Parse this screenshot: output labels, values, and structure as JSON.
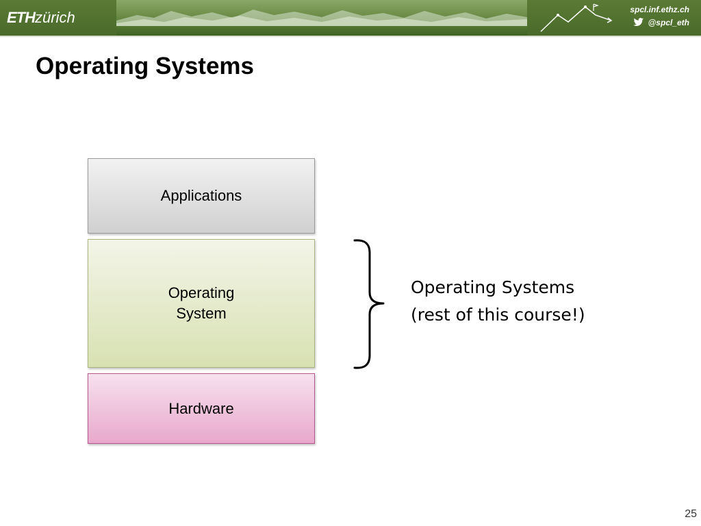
{
  "header": {
    "logo_bold": "ETH",
    "logo_rest": "zürich",
    "site_url": "spcl.inf.ethz.ch",
    "twitter_handle": "@spcl_eth",
    "bar_color": "#4f6f2e"
  },
  "slide": {
    "title": "Operating Systems",
    "page_number": "25"
  },
  "diagram": {
    "layers": [
      {
        "label": "Applications"
      },
      {
        "label_line1": "Operating",
        "label_line2": "System"
      },
      {
        "label": "Hardware"
      }
    ],
    "annotation_line1": "Operating Systems",
    "annotation_line2": "(rest of this course!)"
  }
}
